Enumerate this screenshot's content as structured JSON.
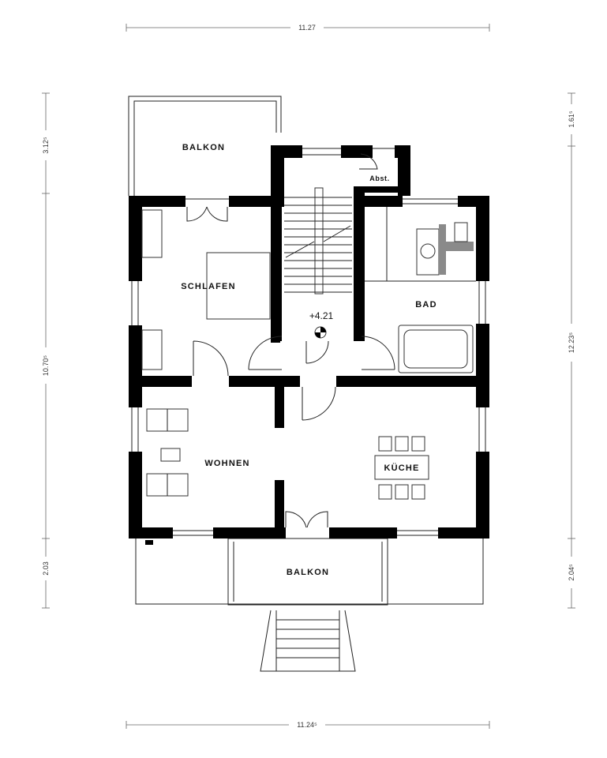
{
  "rooms": {
    "balkon_top": "BALKON",
    "schlafen": "SCHLAFEN",
    "abst": "Abst.",
    "bad": "BAD",
    "wohnen": "WOHNEN",
    "kueche": "KÜCHE",
    "balkon_bottom": "BALKON"
  },
  "elevation": "+4.21",
  "dimensions": {
    "top": "11.27",
    "bottom": "11.24⁵",
    "left_upper": "3.12⁵",
    "left_middle": "10.70⁵",
    "left_lower": "2.03",
    "right_upper": "1.61⁵",
    "right_middle": "12.23⁵",
    "right_lower": "2.04⁵"
  }
}
